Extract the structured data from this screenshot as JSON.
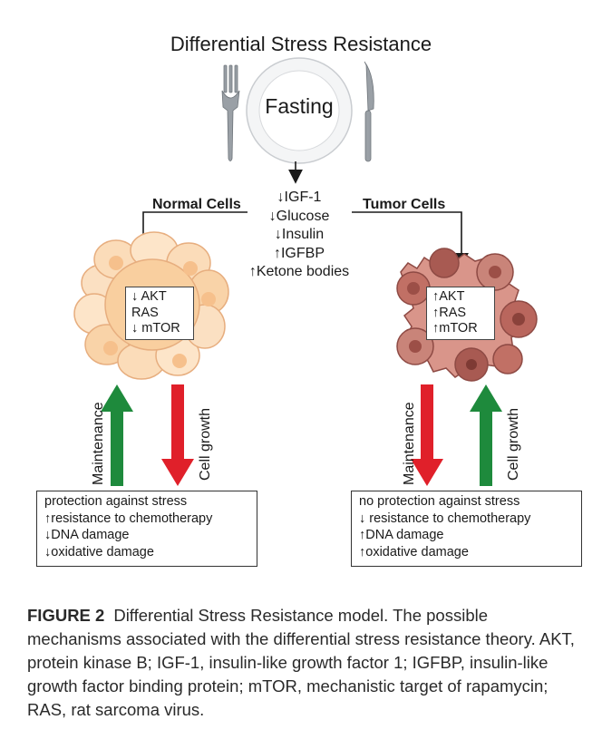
{
  "title": "Differential Stress Resistance",
  "center": {
    "plate_label": "Fasting",
    "factors": [
      "↓IGF-1",
      "↓Glucose",
      "↓Insulin",
      "↑IGFBP",
      "↑Ketone bodies"
    ]
  },
  "normal": {
    "label": "Normal Cells",
    "markers": [
      "↓ AKT",
      "RAS",
      "↓ mTOR"
    ],
    "left_arrow_label": "Maintenance",
    "right_arrow_label": "Cell growth",
    "outcome": [
      "protection against stress",
      "↑resistance to chemotherapy",
      "↓DNA damage",
      "↓oxidative damage"
    ]
  },
  "tumor": {
    "label": "Tumor Cells",
    "markers": [
      "↑AKT",
      "↑RAS",
      "↑mTOR"
    ],
    "left_arrow_label": "Maintenance",
    "right_arrow_label": "Cell growth",
    "outcome": [
      "no protection against stress",
      "↓ resistance to chemotherapy",
      "↑DNA damage",
      "↑oxidative damage"
    ]
  },
  "colors": {
    "up_arrow_green": "#1e8a3c",
    "down_arrow_red": "#e0202a",
    "normal_cell_fill": "#f9d3a8",
    "tumor_cell_fill": "#c87d72"
  },
  "caption": {
    "label": "FIGURE 2",
    "text": "Differential Stress Resistance model. The possible mechanisms associated with the differential stress resistance theory. AKT, protein kinase B; IGF-1, insulin-like growth factor 1; IGFBP, insulin-like growth factor binding protein; mTOR, mechanistic target of rapamycin; RAS, rat sarcoma virus."
  }
}
